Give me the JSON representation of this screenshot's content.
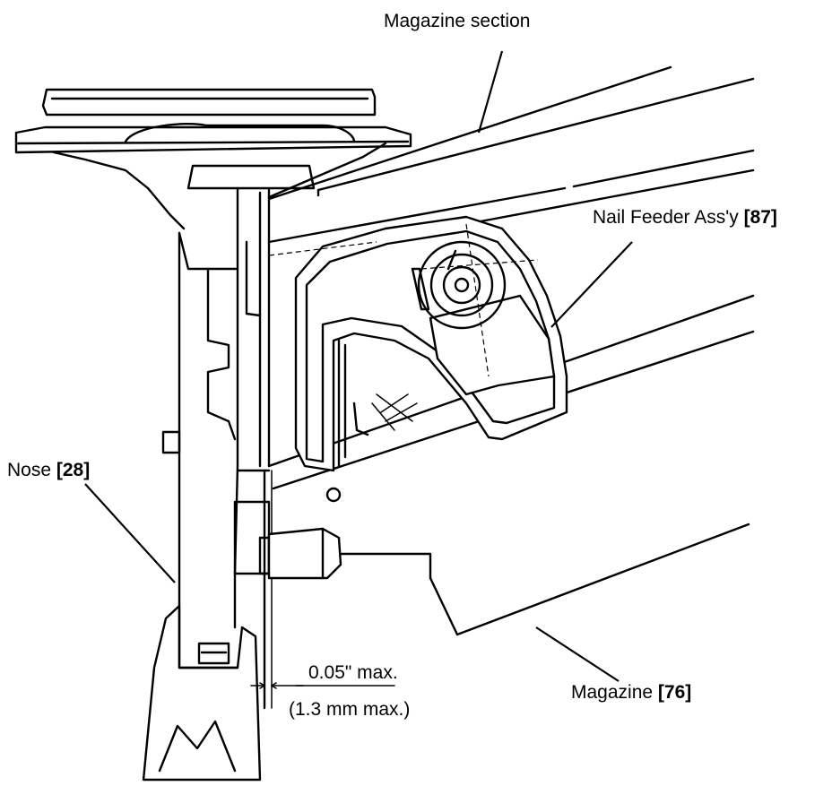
{
  "labels": {
    "magazine_section": "Magazine section",
    "nail_feeder": {
      "text": "Nail Feeder Ass'y ",
      "ref": "[87]"
    },
    "nose": {
      "text": "Nose ",
      "ref": "[28]"
    },
    "magazine": {
      "text": "Magazine ",
      "ref": "[76]"
    },
    "clearance_in": "0.05\" max.",
    "clearance_mm": "(1.3 mm max.)"
  }
}
